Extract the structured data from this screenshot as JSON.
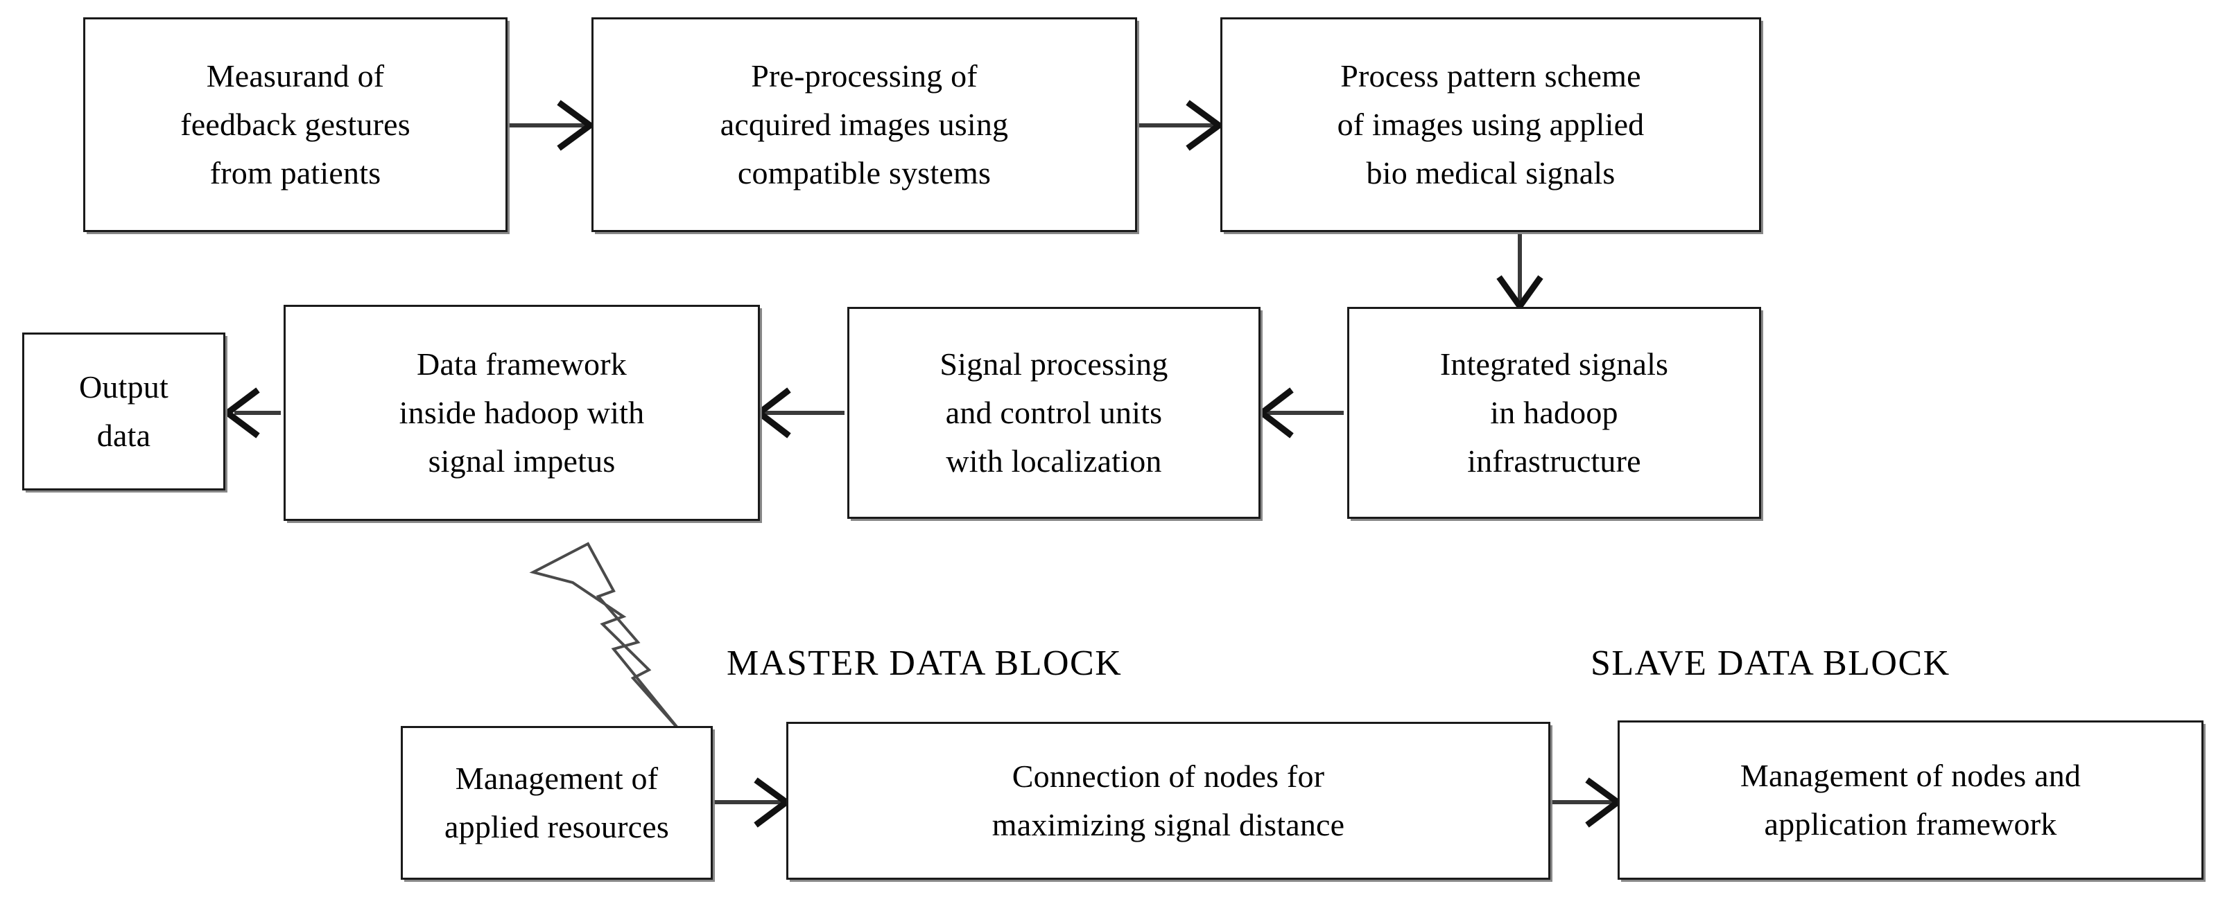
{
  "diagram": {
    "title": "Hadoop biomedical signal processing framework flowchart",
    "nodes": [
      {
        "id": "measurand",
        "text": "Measurand of\nfeedback gestures\nfrom patients"
      },
      {
        "id": "preprocess",
        "text": "Pre-processing of\nacquired images using\ncompatible systems"
      },
      {
        "id": "pattern",
        "text": "Process pattern scheme\nof images using applied\nbio medical signals"
      },
      {
        "id": "integrated",
        "text": "Integrated signals\nin hadoop\ninfrastructure"
      },
      {
        "id": "signalproc",
        "text": "Signal processing\nand control units\nwith localization"
      },
      {
        "id": "framework",
        "text": "Data framework\ninside hadoop with\nsignal impetus"
      },
      {
        "id": "output",
        "text": "Output\ndata"
      },
      {
        "id": "management",
        "text": "Management of\napplied resources"
      },
      {
        "id": "connection",
        "text": "Connection of nodes for\nmaximizing signal distance"
      },
      {
        "id": "nodesframework",
        "text": "Management of nodes and\napplication framework"
      }
    ],
    "group_labels": [
      {
        "id": "master",
        "text": "MASTER DATA BLOCK"
      },
      {
        "id": "slave",
        "text": "SLAVE DATA BLOCK"
      }
    ],
    "edges": [
      {
        "from": "measurand",
        "to": "preprocess",
        "direction": "right"
      },
      {
        "from": "preprocess",
        "to": "pattern",
        "direction": "right"
      },
      {
        "from": "pattern",
        "to": "integrated",
        "direction": "down"
      },
      {
        "from": "integrated",
        "to": "signalproc",
        "direction": "left"
      },
      {
        "from": "signalproc",
        "to": "framework",
        "direction": "left"
      },
      {
        "from": "framework",
        "to": "output",
        "direction": "left"
      },
      {
        "from": "framework",
        "to": "management",
        "direction": "lightning-bolt"
      },
      {
        "from": "management",
        "to": "connection",
        "direction": "right"
      },
      {
        "from": "connection",
        "to": "nodesframework",
        "direction": "right"
      }
    ],
    "colors": {
      "background": "#ffffff",
      "box_border": "#1a1a1a",
      "box_shadow": "#828282",
      "arrow": "#3a3a3a",
      "text": "#000000",
      "bolt_outline": "#4a4a4a"
    }
  }
}
